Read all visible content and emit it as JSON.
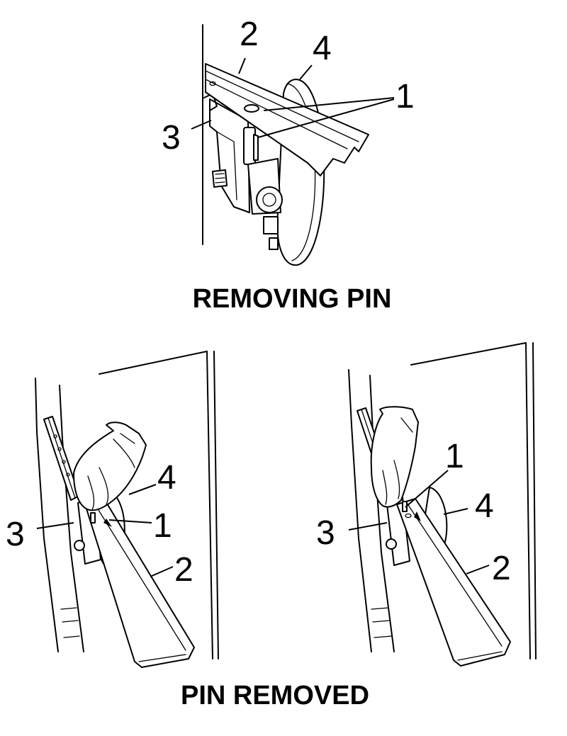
{
  "figure": {
    "top": {
      "caption": "REMOVING PIN",
      "callouts": {
        "c1": "1",
        "c2": "2",
        "c3": "3",
        "c4": "4"
      }
    },
    "bottom": {
      "caption": "PIN REMOVED",
      "left_callouts": {
        "c1": "1",
        "c2": "2",
        "c3": "3",
        "c4": "4"
      },
      "right_callouts": {
        "c1": "1",
        "c2": "2",
        "c3": "3",
        "c4": "4"
      }
    }
  }
}
